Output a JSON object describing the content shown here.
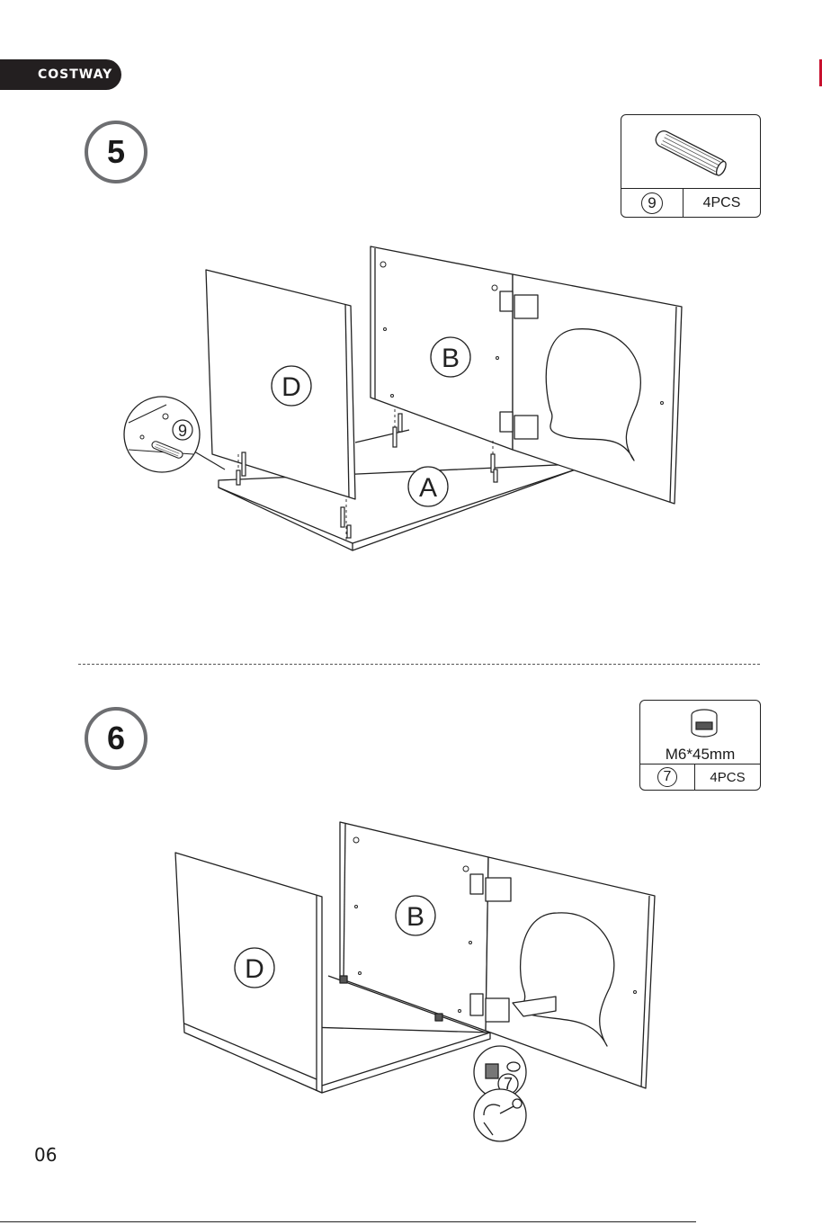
{
  "brand": {
    "logo_text": "COSTWAY"
  },
  "steps": [
    {
      "number": "5",
      "part": {
        "label": "9",
        "quantity": "4PCS",
        "icon": "wooden-dowel-icon"
      },
      "panels": {
        "side": "D",
        "back": "B",
        "bottom": "A"
      },
      "callout_label": "9"
    },
    {
      "number": "6",
      "part": {
        "label": "7",
        "quantity": "4PCS",
        "spec": "M6*45mm",
        "icon": "cam-lock-icon"
      },
      "panels": {
        "side": "D",
        "back": "B"
      },
      "callout_label": "7"
    }
  ],
  "page_number": "06",
  "colors": {
    "brand_bg": "#231f20",
    "accent_red": "#c8102e",
    "step_ring": "#6d6e71"
  }
}
